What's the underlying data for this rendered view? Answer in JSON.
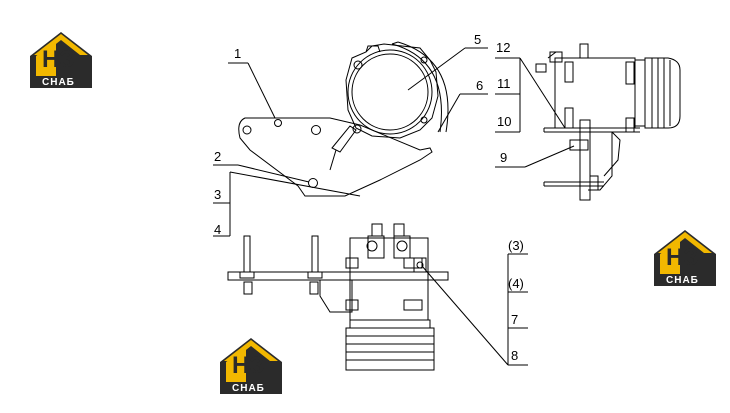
{
  "brand": {
    "mark": "НЗ",
    "name": "СНАБ",
    "colors": {
      "gold": "#f2b800",
      "dark": "#2b2b2b",
      "white": "#ffffff"
    }
  },
  "callouts": {
    "top_left": [
      "1",
      "2",
      "3",
      "4"
    ],
    "top_middle": [
      "5",
      "6"
    ],
    "top_right": [
      "12",
      "11",
      "10",
      "9"
    ],
    "bottom_right": [
      "(3)",
      "(4)",
      "7",
      "8"
    ]
  },
  "line_color": "#000000"
}
